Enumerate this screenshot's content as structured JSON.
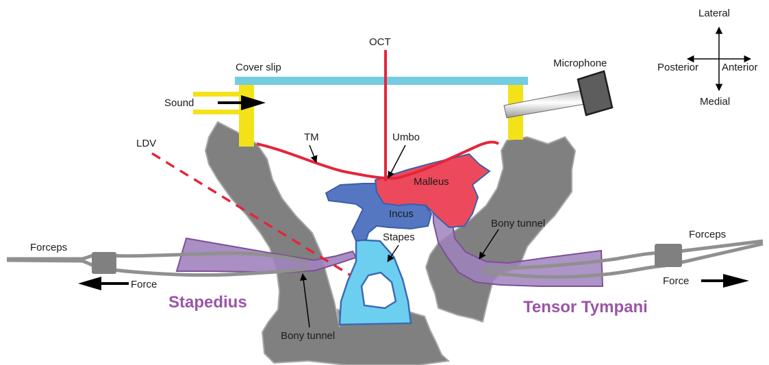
{
  "labels": {
    "oct": "OCT",
    "cover_slip": "Cover slip",
    "microphone": "Microphone",
    "sound": "Sound",
    "ldv": "LDV",
    "tm": "TM",
    "umbo": "Umbo",
    "malleus": "Malleus",
    "incus": "Incus",
    "stapes": "Stapes",
    "bony_tunnel_right": "Bony tunnel",
    "bony_tunnel_left": "Bony tunnel",
    "forceps_left": "Forceps",
    "forceps_right": "Forceps",
    "force_left": "Force",
    "force_right": "Force",
    "stapedius": "Stapedius",
    "tensor_tympani": "Tensor Tympani"
  },
  "compass": {
    "lateral": "Lateral",
    "medial": "Medial",
    "posterior": "Posterior",
    "anterior": "Anterior"
  },
  "colors": {
    "bone": "#808080",
    "bone_edge": "#a8a8a8",
    "muscle": "#a083bd",
    "muscle_edge": "#7d4e98",
    "red": "#e5253a",
    "malleus": "#ec4a5c",
    "incus": "#5577c2",
    "stapes": "#6dcff0",
    "cover_slip": "#74cce0",
    "spacer": "#f3e21a",
    "label_purple": "#9a55a6"
  }
}
